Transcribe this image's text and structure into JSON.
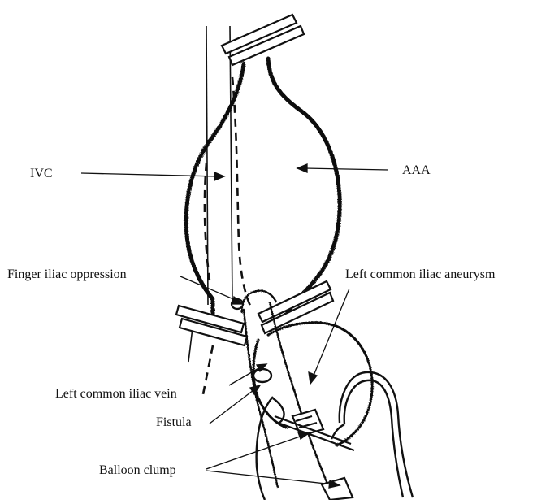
{
  "figure": {
    "labels": {
      "ivc": "IVC",
      "aaa": "AAA",
      "finger_iliac": "Finger iliac oppression",
      "left_common_iliac_aneurysm": "Left common iliac aneurysm",
      "left_common_iliac_vein": "Left common iliac vein",
      "fistula": "Fistula",
      "balloon_clump": "Balloon clump"
    },
    "colors": {
      "ink": "#111111",
      "background": "#ffffff"
    }
  }
}
